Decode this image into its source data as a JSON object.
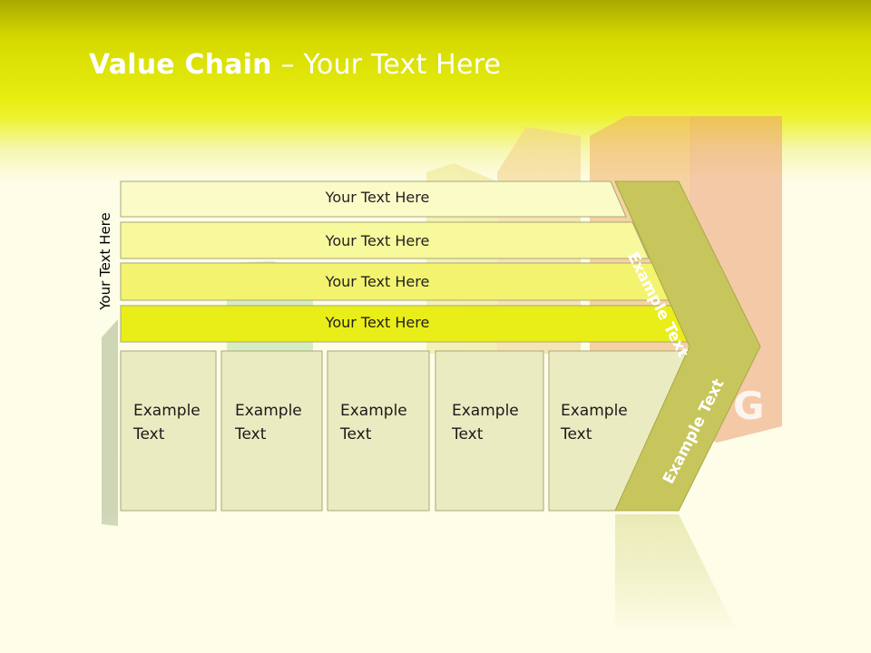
{
  "title": {
    "bold": "Value Chain",
    "rest": " – Your Text Here"
  },
  "side_label": "Your Text Here",
  "bands": [
    {
      "label": "Your Text Here"
    },
    {
      "label": "Your Text Here"
    },
    {
      "label": "Your Text Here"
    },
    {
      "label": "Your Text Here"
    }
  ],
  "boxes": [
    {
      "line1": "Example",
      "line2": "Text"
    },
    {
      "line1": "Example",
      "line2": "Text"
    },
    {
      "line1": "Example",
      "line2": "Text"
    },
    {
      "line1": "Example",
      "line2": "Text"
    },
    {
      "line1": "Example",
      "line2": "Text"
    }
  ],
  "arrow": {
    "upper": "Example Text",
    "lower": "Example Text"
  },
  "colors": {
    "header": "#e8ee10",
    "band1": "#fbfbc8",
    "band2": "#f8f89c",
    "band3": "#f3f370",
    "band4": "#e9ee18",
    "box": "#ebebc2",
    "arrow": "#c7c65c",
    "title": "#ffffff"
  }
}
